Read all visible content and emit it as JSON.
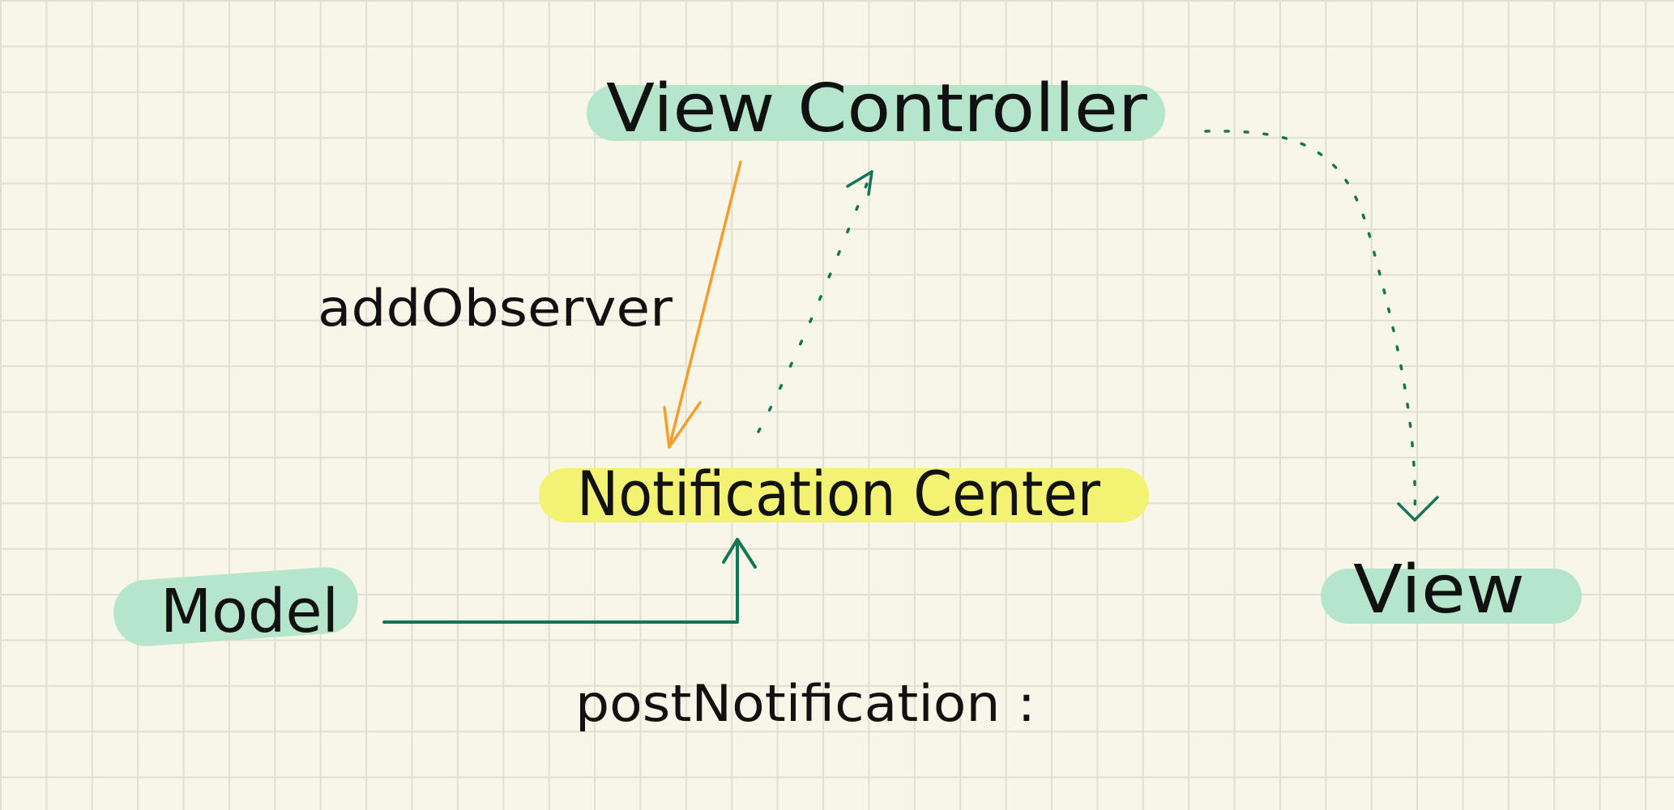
{
  "diagram": {
    "nodes": {
      "view_controller": "View Controller",
      "notification_center": "Notification Center",
      "model": "Model",
      "view": "View"
    },
    "edge_labels": {
      "add_observer": "addObserver",
      "post_notification": "postNotification :"
    }
  },
  "colors": {
    "green_highlight": "#b5e6cb",
    "yellow_highlight": "#f4f272",
    "orange_arrow": "#f2a02b",
    "green_arrow": "#127558",
    "ink": "#111111"
  }
}
